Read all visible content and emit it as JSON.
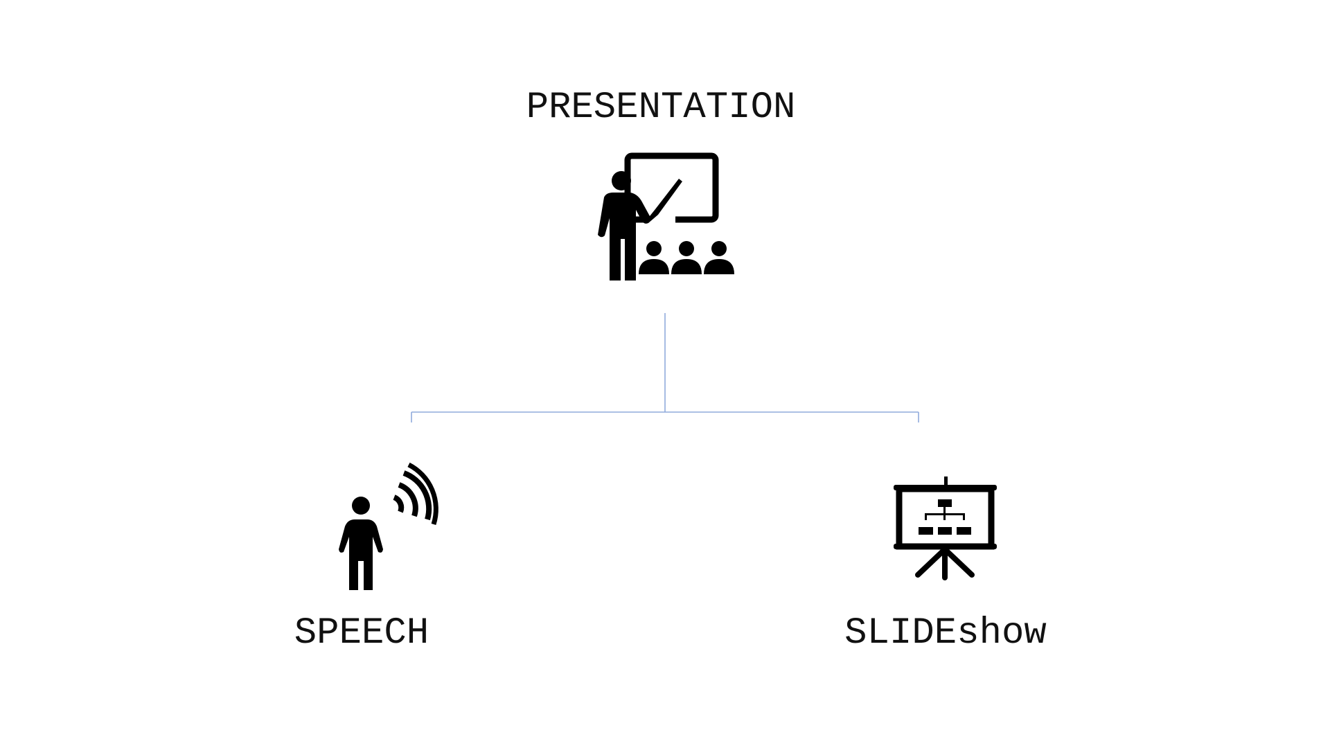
{
  "root": {
    "label": "PRESENTATION",
    "icon": "presenter-with-audience-icon"
  },
  "children": [
    {
      "label": "SPEECH",
      "icon": "person-speaking-icon"
    },
    {
      "label": "SLIDEshow",
      "icon": "projector-screen-icon"
    }
  ],
  "colors": {
    "connector": "#8faadc",
    "icon": "#000000"
  }
}
